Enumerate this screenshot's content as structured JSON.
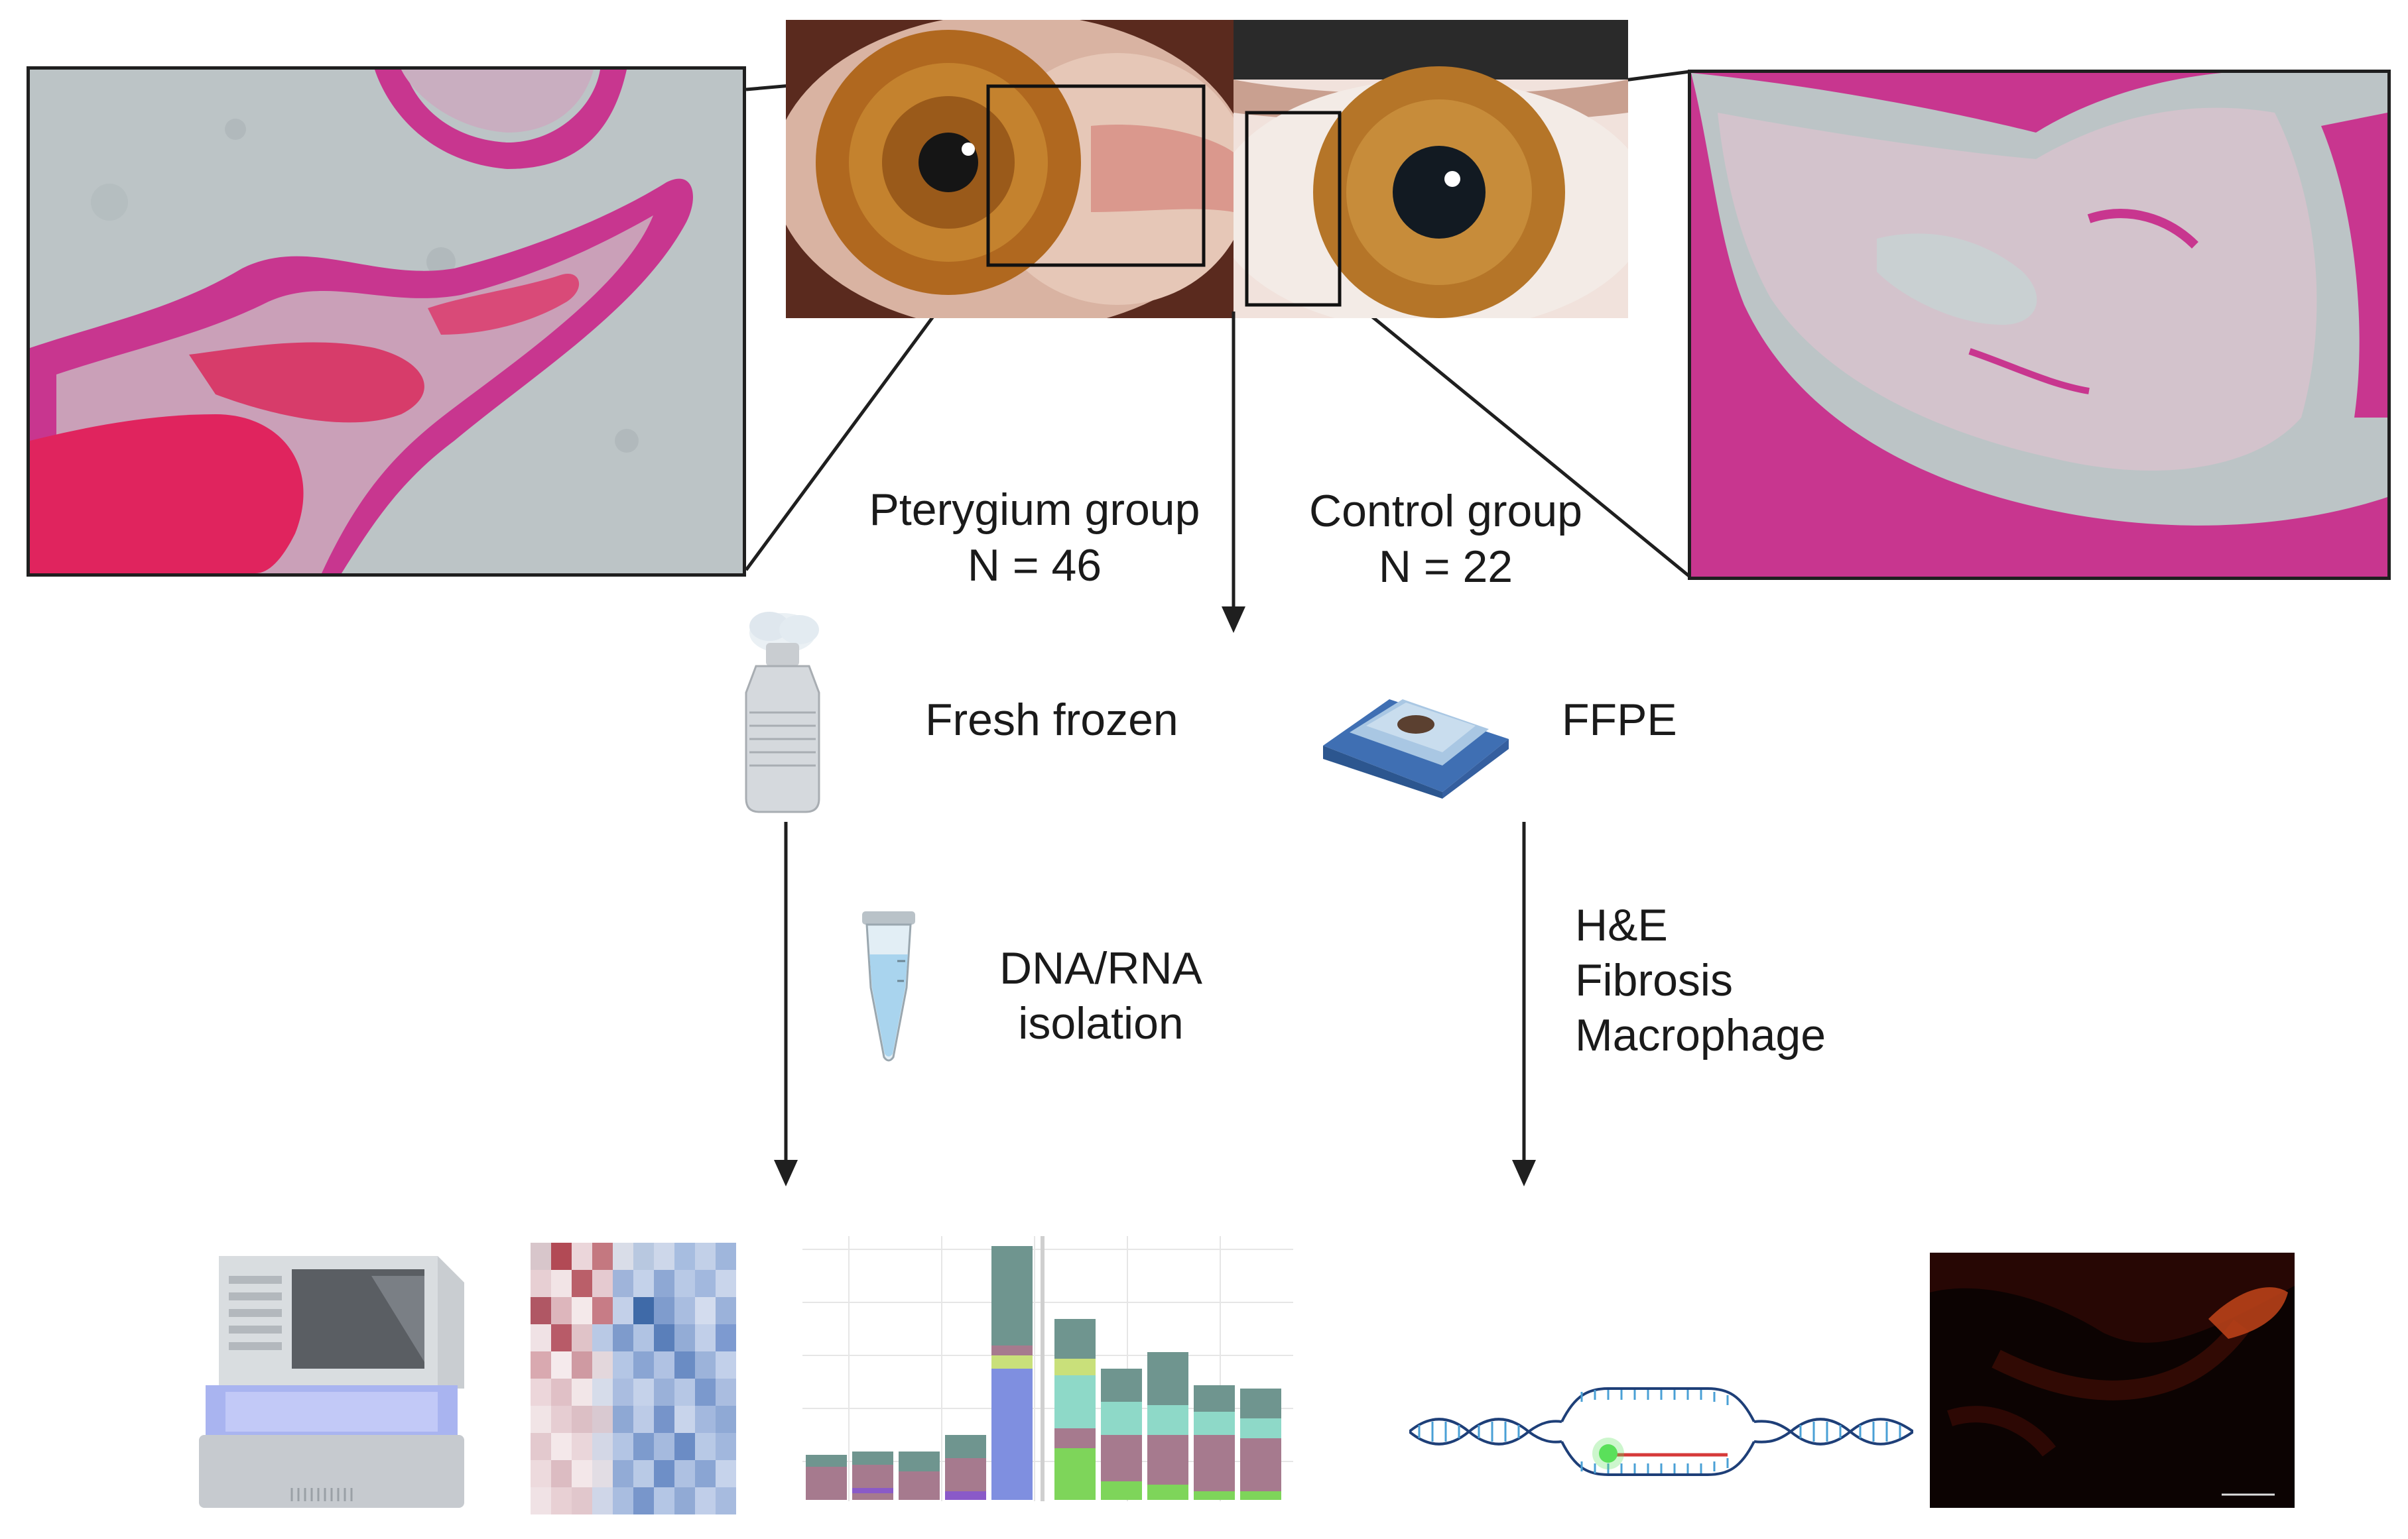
{
  "groups": {
    "pterygium": {
      "name": "Pterygium group",
      "count": "N = 46"
    },
    "control": {
      "name": "Control group",
      "count": "N = 22"
    }
  },
  "storage": {
    "fresh": "Fresh frozen",
    "ffpe": "FFPE"
  },
  "isolation": {
    "line1": "DNA/RNA",
    "line2": "isolation"
  },
  "histology": {
    "line1": "H&E",
    "line2": "Fibrosis",
    "line3": "Macrophage"
  },
  "icons": {
    "pterygium_histology": "he-stained-tissue-image",
    "pterygium_eye": "eye-with-pterygium-photo",
    "control_eye": "healthy-eye-photo",
    "control_histology": "he-stained-tissue-image",
    "dewar": "liquid-nitrogen-dewar-icon",
    "cassette": "ffpe-block-icon",
    "tube": "microcentrifuge-tube-icon",
    "sequencer": "sequencer-icon",
    "heatmap": "heatmap-icon",
    "stacked_bars": "stacked-bar-chart-icon",
    "dna": "dna-amplification-icon",
    "fluorescence": "fluorescence-micrograph-icon"
  },
  "colors": {
    "he_pink": "#d6338f",
    "he_red": "#e0245e",
    "slide_bg": "#bcc4c6",
    "iris": "#b0681f",
    "arrow": "#1f1f1f"
  }
}
